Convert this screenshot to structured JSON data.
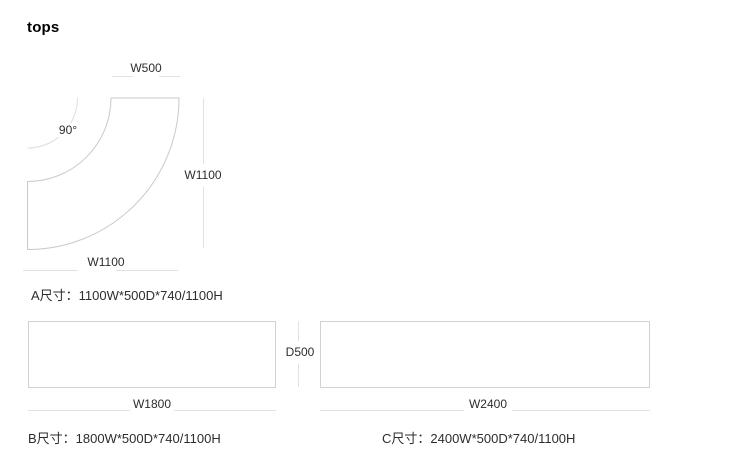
{
  "title": "tops",
  "colors": {
    "background": "#ffffff",
    "shape_outline": "#c9c9c9",
    "rect_outline": "#d2d2d2",
    "dimension_line": "#e2e2e2",
    "angle_arc": "#dddddd",
    "text": "#2d2d2d",
    "title_text": "#000000"
  },
  "curved_top_a": {
    "top_width_label": "W500",
    "angle_label": "90°",
    "right_extent_label": "W1100",
    "bottom_extent_label": "W1100",
    "caption": "A尺寸：1100W*500D*740/1100H"
  },
  "rect_top_b": {
    "width_label": "W1800",
    "caption": "B尺寸：1800W*500D*740/1100H"
  },
  "rect_top_c": {
    "width_label": "W2400",
    "caption": "C尺寸：2400W*500D*740/1100H"
  },
  "shared": {
    "depth_label": "D500"
  }
}
